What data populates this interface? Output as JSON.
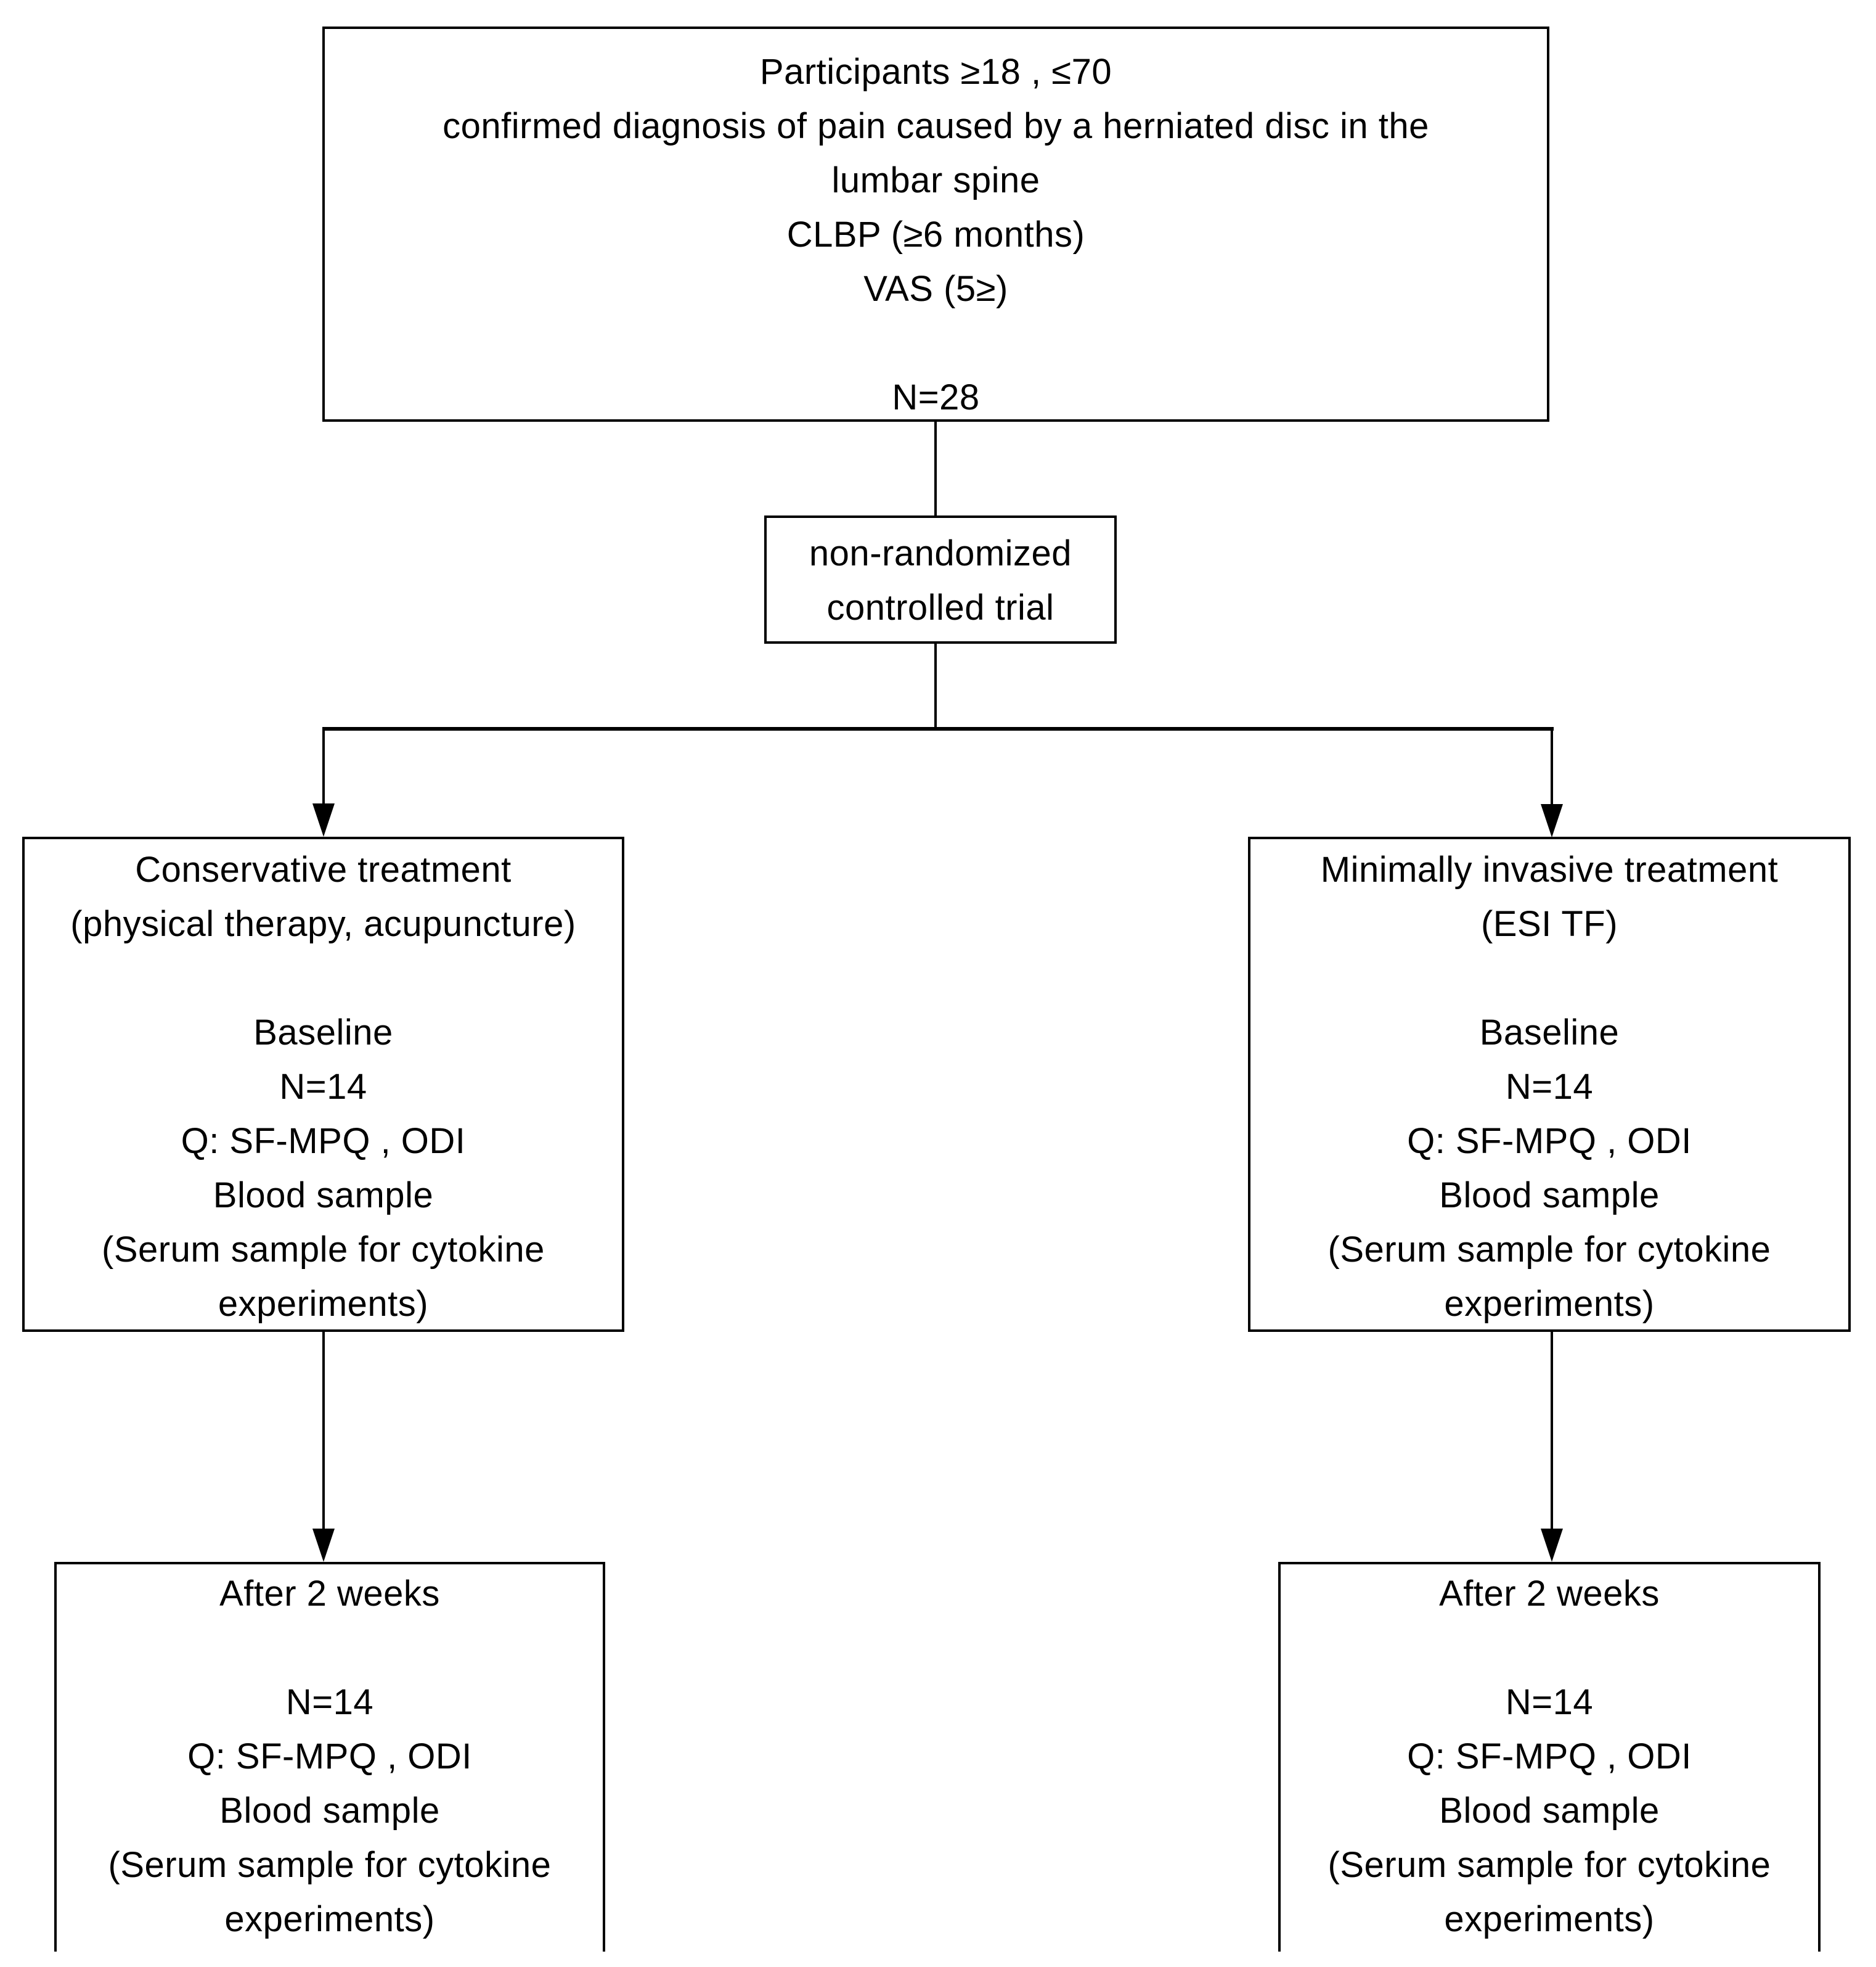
{
  "diagram": {
    "type": "flowchart",
    "background_color": "#ffffff",
    "line_color": "#000000",
    "nodes": {
      "eligibility": {
        "lines": [
          "Participants ≥18 , ≤70",
          "confirmed diagnosis of pain caused by a herniated disc in the",
          "lumbar spine",
          "CLBP (≥6 months)",
          "VAS (5≥)",
          "",
          "N=28"
        ]
      },
      "design": {
        "lines": [
          "non-randomized",
          "controlled trial"
        ]
      },
      "conservative_baseline": {
        "lines": [
          "Conservative treatment",
          "(physical therapy, acupuncture)",
          "",
          "Baseline",
          "N=14",
          "Q: SF-MPQ , ODI",
          "Blood sample",
          "(Serum sample for cytokine",
          "experiments)"
        ]
      },
      "minimally_invasive_baseline": {
        "lines": [
          "Minimally invasive treatment",
          "(ESI TF)",
          "",
          "Baseline",
          "N=14",
          "Q: SF-MPQ , ODI",
          "Blood sample",
          "(Serum sample for cytokine",
          "experiments)"
        ]
      },
      "conservative_followup": {
        "lines": [
          "After 2 weeks",
          "",
          "N=14",
          "Q: SF-MPQ , ODI",
          "Blood sample",
          "(Serum sample for cytokine",
          "experiments)"
        ]
      },
      "minimally_invasive_followup": {
        "lines": [
          "After 2 weeks",
          "",
          "N=14",
          "Q: SF-MPQ , ODI",
          "Blood sample",
          "(Serum sample for cytokine",
          "experiments)"
        ]
      }
    }
  }
}
